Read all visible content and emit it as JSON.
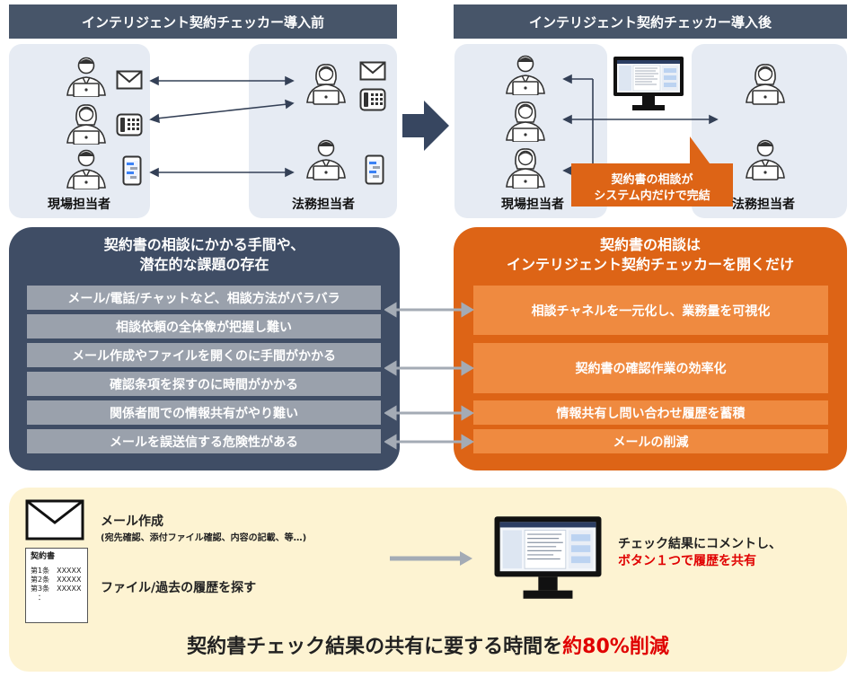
{
  "before": {
    "header": "インテリジェント契約チェッカー導入前",
    "left_label": "現場担当者",
    "right_label": "法務担当者"
  },
  "after": {
    "header": "インテリジェント契約チェッカー導入後",
    "left_label": "現場担当者",
    "right_label": "法務担当者",
    "callout_line1": "契約書の相談が",
    "callout_line2": "システム内だけで完結"
  },
  "problems": {
    "title_line1": "契約書の相談にかかる手間や、",
    "title_line2": "潜在的な課題の存在",
    "items": [
      "メール/電話/チャットなど、相談方法がバラバラ",
      "相談依頼の全体像が把握し難い",
      "メール作成やファイルを開くのに手間がかかる",
      "確認条項を探すのに時間がかかる",
      "関係者間での情報共有がやり難い",
      "メールを誤送信する危険性がある"
    ]
  },
  "solutions": {
    "title_line1": "契約書の相談は",
    "title_line2": "インテリジェント契約チェッカーを開くだけ",
    "items": [
      "相談チャネルを一元化し、業務量を可視化",
      "契約書の確認作業の効率化",
      "情報共有し問い合わせ履歴を蓄積",
      "メールの削減"
    ]
  },
  "bottom": {
    "mail_title": "メール作成",
    "mail_detail": "(宛先確認、添付ファイル確認、内容の記載、等…)",
    "doc_title": "契約書",
    "doc_lines": [
      "第1条　XXXXX",
      "第2条　XXXXX",
      "第3条　XXXXX",
      "："
    ],
    "file_text": "ファイル/過去の履歴を探す",
    "result_line1": "チェック結果にコメントし、",
    "result_line2": "ボタン１つで履歴を共有",
    "summary_main": "契約書チェック結果の共有に要する時間を",
    "summary_highlight": "約80%削減"
  },
  "colors": {
    "header_bg": "#475569",
    "panel_bg": "#e6ebf3",
    "dark_box": "#3f4d65",
    "orange_box": "#dd6416",
    "orange_row": "#ef8a40",
    "gray_row": "#9aa1ac",
    "highlight_red": "#e00000",
    "bottom_bg": "#fdf3d2"
  }
}
